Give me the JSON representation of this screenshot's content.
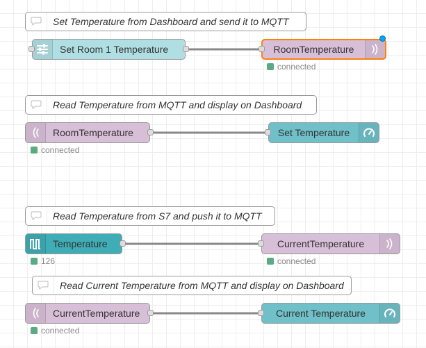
{
  "comments": {
    "c1": "Set Temperature from Dashboard and send it to MQTT",
    "c2": "Read Temperature from MQTT and display on Dashboard",
    "c3": "Read Temperature from S7 and push it to MQTT",
    "c4": "Read Current Temperature from MQTT and display on Dashboard"
  },
  "nodes": {
    "slider1": "Set Room 1 Temperature",
    "mqtt_out_room": "RoomTemperature",
    "mqtt_in_room": "RoomTemperature",
    "gauge_set": "Set Temperature",
    "s7_in": "Temperature",
    "mqtt_out_current": "CurrentTemperature",
    "mqtt_in_current": "CurrentTemperature",
    "gauge_current": "Current Temperature"
  },
  "status": {
    "mqtt_out_room": "connected",
    "mqtt_in_room": "connected",
    "s7_in": "126",
    "mqtt_out_current": "connected",
    "mqtt_in_current": "connected"
  },
  "colors": {
    "mqtt": "#d8bfd8",
    "dashboard_slider": "#b0dfe3",
    "dashboard_gauge": "#6fc0c8",
    "s7": "#3fadb5",
    "status_connected": "#5aaa82",
    "selected_border": "#ff7f0e",
    "changed_indicator": "#00a9ff",
    "wire": "#888888"
  },
  "icons": {
    "comment": "comment-icon",
    "slider": "slider-icon",
    "mqtt": "bridge-icon",
    "gauge": "gauge-icon",
    "s7": "pulse-icon"
  }
}
